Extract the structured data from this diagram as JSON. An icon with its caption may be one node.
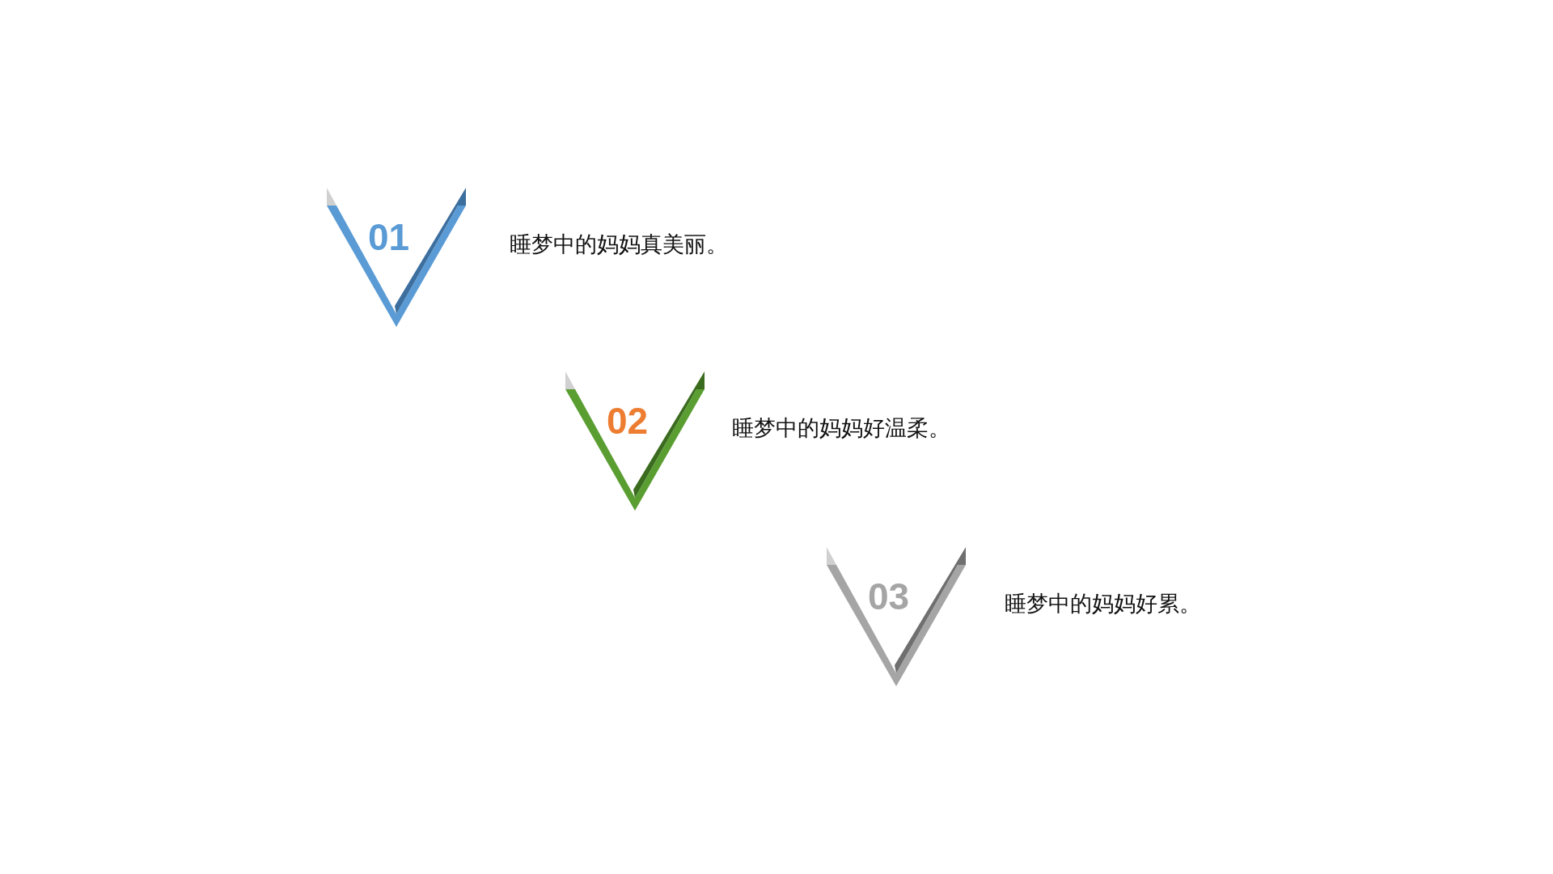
{
  "diagram": {
    "nodes": [
      {
        "text": [
          "01"
        ],
        "beside": [
          "睡梦中的妈妈真美丽。"
        ]
      },
      {
        "text": [
          "02"
        ],
        "beside": [
          "睡梦中的妈妈好温柔。"
        ]
      },
      {
        "text": [
          "03"
        ],
        "beside": [
          "睡梦中的妈妈好累。"
        ]
      }
    ]
  }
}
